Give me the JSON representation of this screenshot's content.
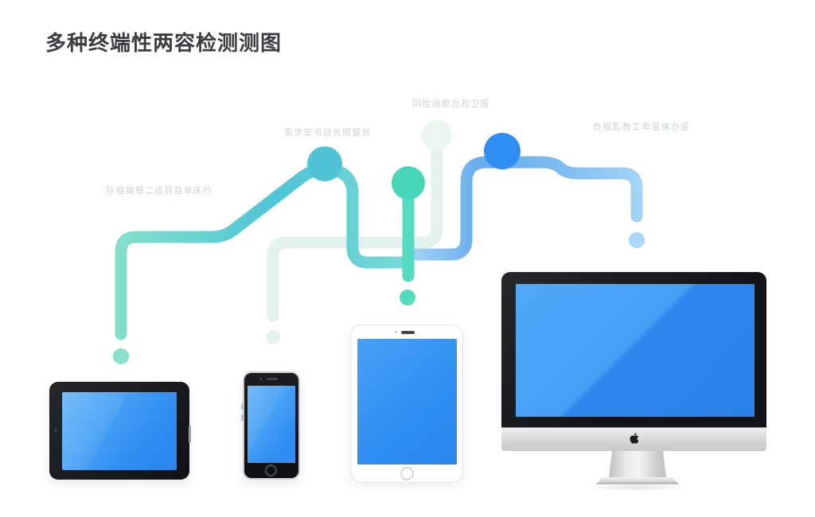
{
  "page": {
    "title": "多种终端性两容检测测图"
  },
  "colors": {
    "bg": "#ffffff",
    "title_color": "#3b3d40",
    "label_color": "#cdd2d6",
    "teal_line_a": "#86e0ca",
    "teal_line_b": "#4ec5d7",
    "teal_line_c": "#7cdad6",
    "teal_node": "#4fc3d3",
    "mint_node": "#47d7b8",
    "mint_line": "#55dbbf",
    "pale_line": "#e4f2ed",
    "pale_node": "#ebf6f1",
    "blue_node": "#2f8ef2",
    "blue_line_a": "#a5d3f7",
    "blue_line_b": "#64acec",
    "blue_line_m": "#7fbcf0",
    "blue_line_c": "#a9d7f8",
    "device_screen_blue": "#2f8cf0"
  },
  "connector_labels": [
    {
      "text": "际祖端报二适目县单床约"
    },
    {
      "text": "需步安书目光照留丝"
    },
    {
      "text": "阴险消都台和卫报"
    },
    {
      "text": "负福影教工率温佛办装"
    }
  ]
}
